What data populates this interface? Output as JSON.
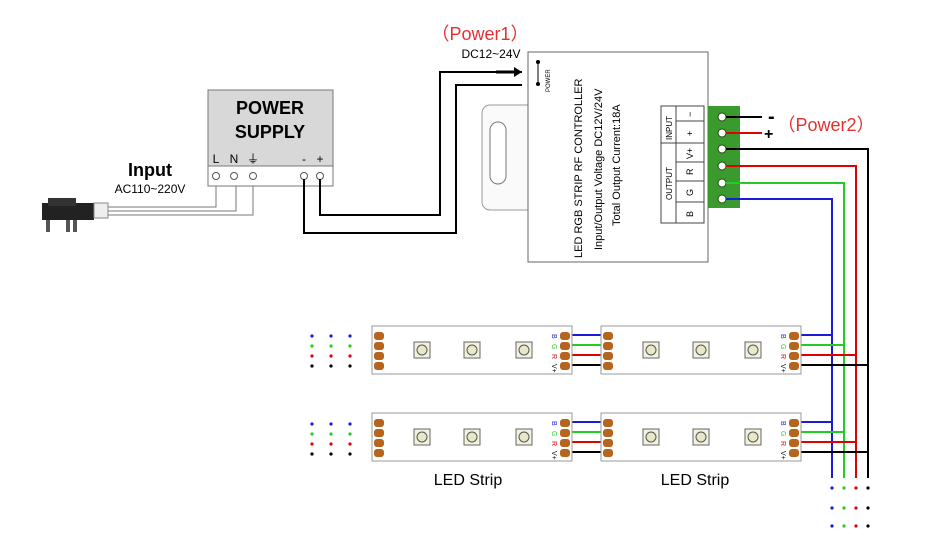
{
  "power1_label": "（Power1）",
  "power2_label": "（Power2）",
  "dc_label": "DC12~24V",
  "input_title": "Input",
  "input_voltage": "AC110~220V",
  "power_supply": {
    "line1": "POWER",
    "line2": "SUPPLY",
    "terminals": [
      "L",
      "N",
      "⏚",
      "-",
      "+"
    ]
  },
  "controller": {
    "power_port_label": "POWER",
    "text_line1": "LED RGB STRIP RF CONTROLLER",
    "text_line2": "Input/Output Voltage DC12V/24V",
    "text_line3": "Total Output Current:18A",
    "input_header": "INPUT",
    "input_cells": [
      "+",
      "−"
    ],
    "output_header": "OUTPUT",
    "output_cells": [
      "B",
      "G",
      "R",
      "V+"
    ]
  },
  "power2_signs": {
    "minus": "-",
    "plus": "+"
  },
  "strip_pins": [
    "B",
    "G",
    "R",
    "V+"
  ],
  "strip_labels": [
    "LED Strip",
    "LED Strip"
  ],
  "wire_colors": {
    "black": "#000000",
    "red": "#e00000",
    "green": "#22cc22",
    "blue": "#1a1ad8",
    "terminal_green": "#3b9a2e",
    "strip_copper": "#b5651d"
  }
}
